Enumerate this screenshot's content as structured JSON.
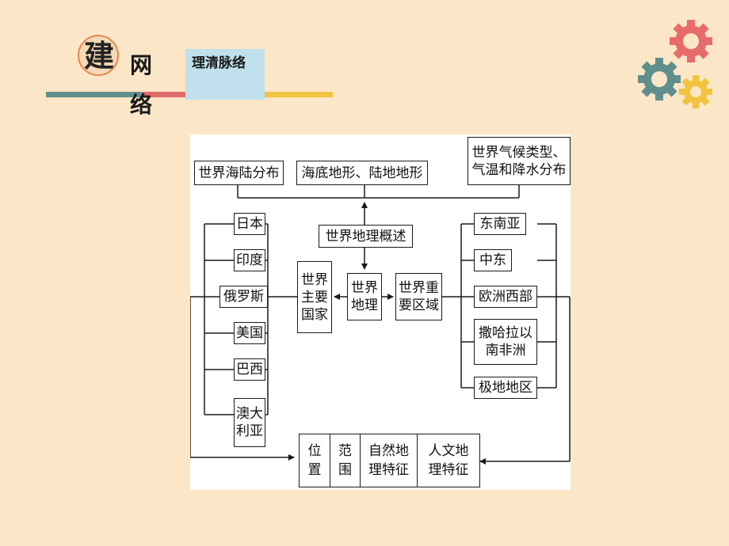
{
  "header": {
    "badge_char": "建",
    "title_char_1": "网",
    "title_char_2": "络",
    "subtitle": "理清脉络"
  },
  "colors": {
    "background": "#fbe6c8",
    "badge_ring": "#e9874f",
    "stripe_teal": "#5f8f8c",
    "stripe_red": "#e06b6b",
    "stripe_blue": "#bfe0ec",
    "stripe_yellow": "#f2c33e",
    "gear_red": "#e86b6b",
    "gear_teal": "#5f8f8c",
    "gear_yellow": "#f2c33e"
  },
  "decorations": [
    "gear-red-icon",
    "gear-teal-icon",
    "gear-yellow-icon"
  ],
  "diagram": {
    "top_nodes": [
      "世界海陆分布",
      "海底地形、陆地地形",
      "世界气候类型、\n气温和降水分布"
    ],
    "overview": "世界地理概述",
    "center": "世界\n地理",
    "major_countries": "世界\n主要\n国家",
    "key_regions": "世界重\n要区域",
    "countries": [
      "日本",
      "印度",
      "俄罗斯",
      "美国",
      "巴西",
      "澳大\n利亚"
    ],
    "regions": [
      "东南亚",
      "中东",
      "欧洲西部",
      "撒哈拉以\n南非洲",
      "极地地区"
    ],
    "aspects": [
      "位\n置",
      "范\n围",
      "自然地\n理特征",
      "人文地\n理特征"
    ]
  }
}
